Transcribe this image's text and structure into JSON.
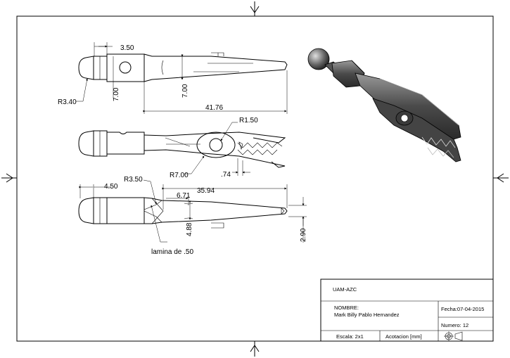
{
  "dimensions": {
    "d_3_50_top": "3.50",
    "d_r3_40": "R3.40",
    "d_7_00_left": "7.00",
    "d_7_00_mid": "7.00",
    "d_41_76": "41.76",
    "d_r1_50": "R1.50",
    "d_r7_00": "R7.00",
    "d_0_74": ".74",
    "d_4_50": "4.50",
    "d_r3_50": "R3.50",
    "d_35_94": "35.94",
    "d_6_71": "6.71",
    "d_4_88": "4.88",
    "d_2_90": "2.90",
    "note_lamina": "lamina de .50"
  },
  "title_block": {
    "organization": "UAM-AZC",
    "nombre_label": "NOMBRE:",
    "nombre_value": "Mark Billy Pablo Hernandez",
    "fecha": "Fecha:07-04-2015",
    "numero": "Numero: 12",
    "escala": "Escala: 2x1",
    "acotacion": "Acotacion [mm]"
  },
  "icons": {
    "projection_symbol": "first-angle-projection-icon"
  }
}
